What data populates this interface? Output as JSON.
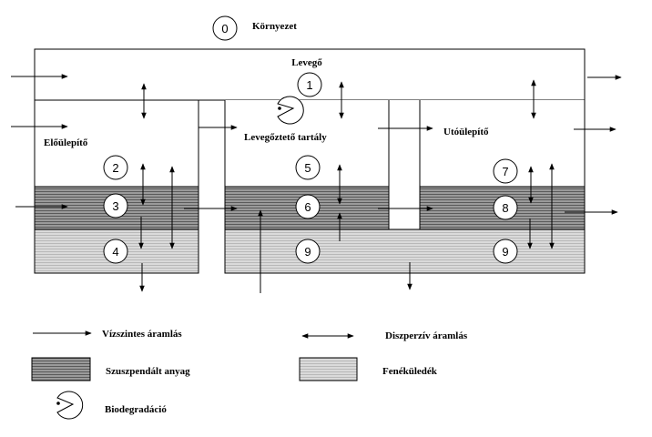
{
  "labels": {
    "environment": "Környezet",
    "air": "Levegő",
    "primary_settler": "Előülepítő",
    "aeration_tank": "Levegőztető tartály",
    "secondary_settler": "Utóülepítő"
  },
  "compartments": {
    "c0": "0",
    "c1": "1",
    "c2": "2",
    "c3": "3",
    "c4": "4",
    "c5": "5",
    "c6": "6",
    "c7": "7",
    "c8": "8",
    "c9a": "9",
    "c9b": "9"
  },
  "legend": {
    "horizontal_flow": "Vízszintes áramlás",
    "dispersive_flow": "Diszperzív áramlás",
    "suspended_matter": "Szuszpendált anyag",
    "sediment": "Fenéküledék",
    "biodegradation": "Biodegradáció"
  },
  "colors": {
    "suspended_fill": "#808080",
    "sediment_fill": "#d0d0d0",
    "line": "#000000"
  }
}
